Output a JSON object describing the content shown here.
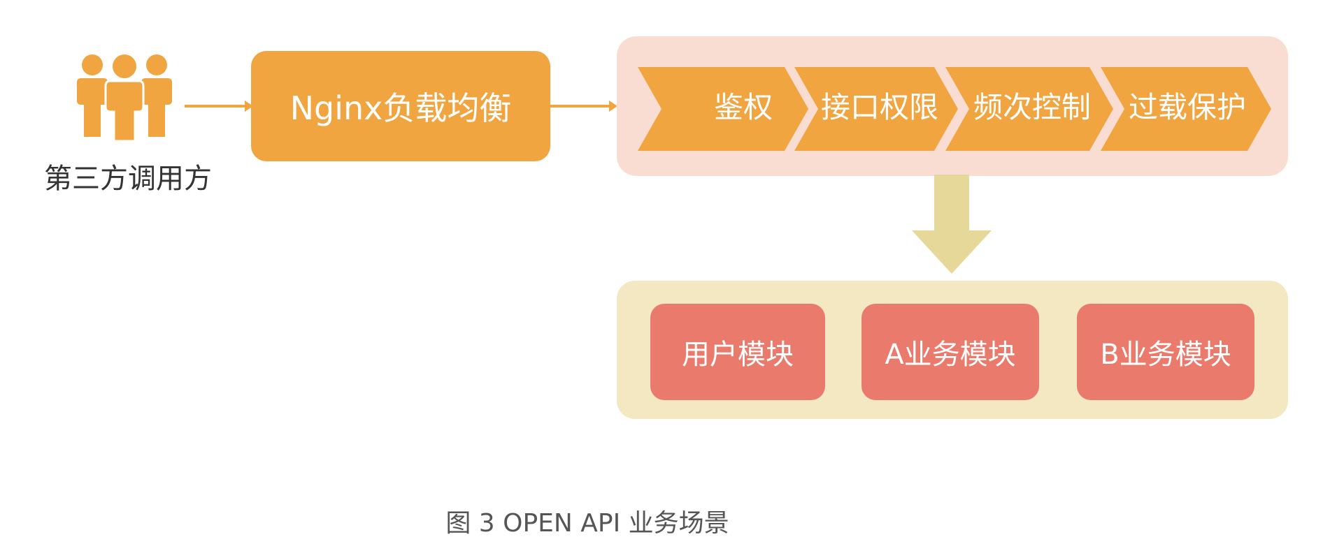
{
  "caller": {
    "icon": "people-group-icon",
    "label": "第三方调用方"
  },
  "nginx": {
    "label": "Nginx负载均衡"
  },
  "gateway": {
    "steps": [
      {
        "label": "鉴权"
      },
      {
        "label": "接口权限"
      },
      {
        "label": "频次控制"
      },
      {
        "label": "过载保护"
      }
    ]
  },
  "business": {
    "modules": [
      {
        "label": "用户模块"
      },
      {
        "label": "A业务模块"
      },
      {
        "label": "B业务模块"
      }
    ]
  },
  "caption": "图 3 OPEN API 业务场景",
  "colors": {
    "orange": "#F0A540",
    "gateway_bg": "#F9DDD2",
    "business_bg": "#F3E8C2",
    "module": "#EA7B6C",
    "down_arrow": "#E6D898"
  }
}
